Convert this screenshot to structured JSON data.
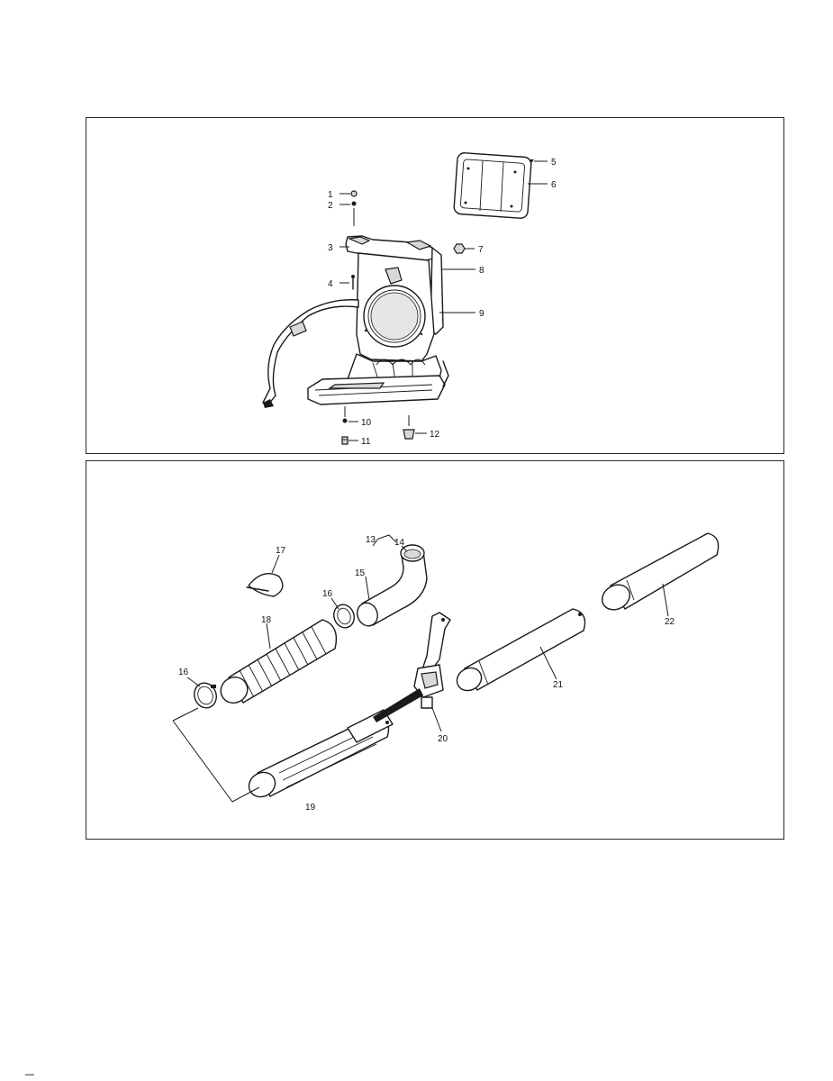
{
  "diagram": {
    "top_panel": {
      "callouts": [
        "1",
        "2",
        "3",
        "4",
        "5",
        "6",
        "7",
        "8",
        "9",
        "10",
        "11",
        "12"
      ]
    },
    "bottom_panel": {
      "callouts": [
        "13",
        "14",
        "15",
        "16",
        "16",
        "17",
        "18",
        "19",
        "20",
        "21",
        "22"
      ]
    }
  }
}
